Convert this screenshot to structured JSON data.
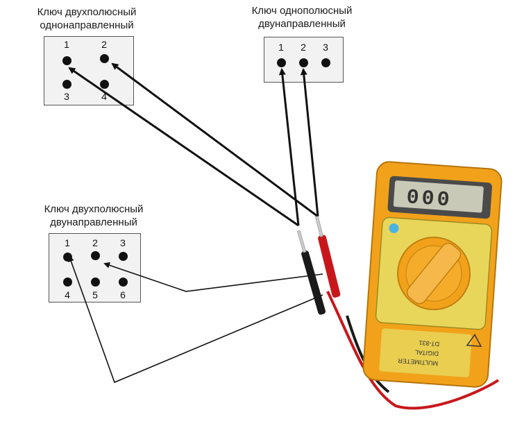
{
  "switches": [
    {
      "id": "sw1",
      "caption_line1": "Ключ двухполюсный",
      "caption_line2": "однонаправленный",
      "pins": [
        "1",
        "2",
        "3",
        "4"
      ]
    },
    {
      "id": "sw2",
      "caption_line1": "Ключ однополюсный",
      "caption_line2": "двунаправленный",
      "pins": [
        "1",
        "2",
        "3"
      ]
    },
    {
      "id": "sw3",
      "caption_line1": "Ключ двухполюсный",
      "caption_line2": "двунаправленный",
      "pins": [
        "1",
        "2",
        "3",
        "4",
        "5",
        "6"
      ]
    }
  ],
  "multimeter": {
    "display": "000",
    "model": "DT-831",
    "label_line1": "DIGITAL",
    "label_line2": "MULTIMETER",
    "body_color": "#f2a21a",
    "panel_color": "#e8d65a",
    "display_color": "#c9c9b8",
    "probe_red": "#c8171b",
    "probe_black": "#1a1a1a"
  },
  "colors": {
    "arrow": "#111111",
    "box_fill": "#f2f2f2"
  }
}
